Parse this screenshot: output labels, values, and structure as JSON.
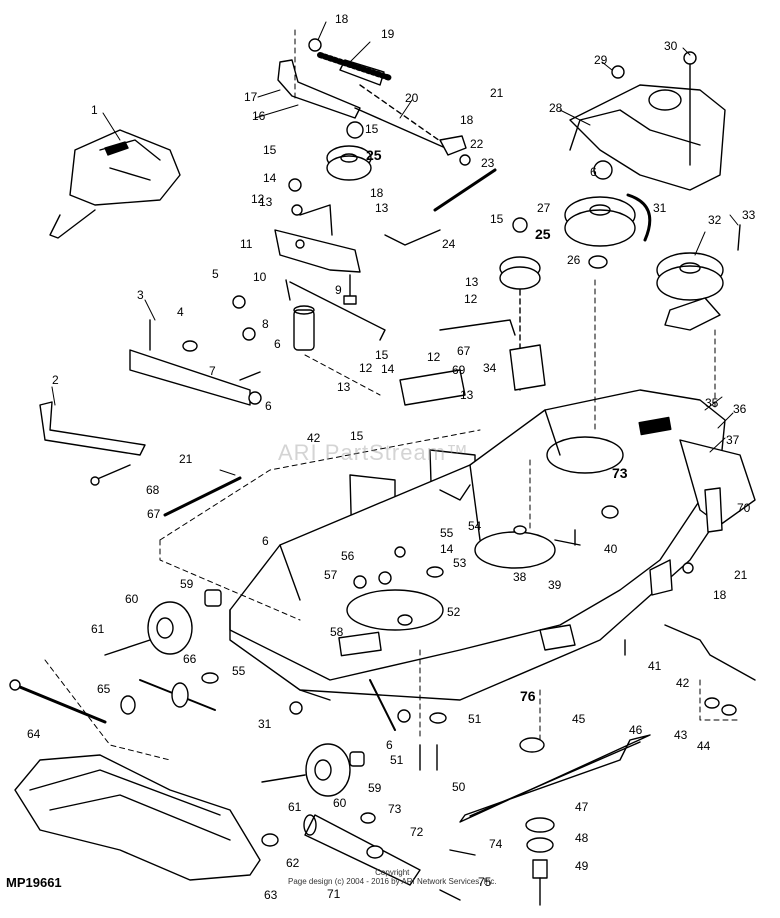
{
  "diagram_code": "MP19661",
  "watermark": "ARI PartStream™",
  "copyright": {
    "line1": "Copyright",
    "line2": "Page design (c) 2004 - 2016 by ARI Network Services, Inc."
  },
  "part_labels": [
    "1",
    "2",
    "3",
    "4",
    "5",
    "6",
    "7",
    "8",
    "9",
    "10",
    "11",
    "12",
    "13",
    "14",
    "15",
    "16",
    "17",
    "18",
    "19",
    "20",
    "21",
    "22",
    "23",
    "24",
    "25",
    "26",
    "27",
    "28",
    "29",
    "30",
    "31",
    "32",
    "33",
    "34",
    "35",
    "36",
    "37",
    "38",
    "39",
    "40",
    "41",
    "42",
    "43",
    "44",
    "45",
    "46",
    "47",
    "48",
    "49",
    "50",
    "51",
    "52",
    "53",
    "54",
    "55",
    "56",
    "57",
    "58",
    "59",
    "60",
    "61",
    "62",
    "63",
    "64",
    "65",
    "66",
    "67",
    "68",
    "69",
    "70",
    "71",
    "72",
    "73",
    "74",
    "75",
    "76"
  ]
}
